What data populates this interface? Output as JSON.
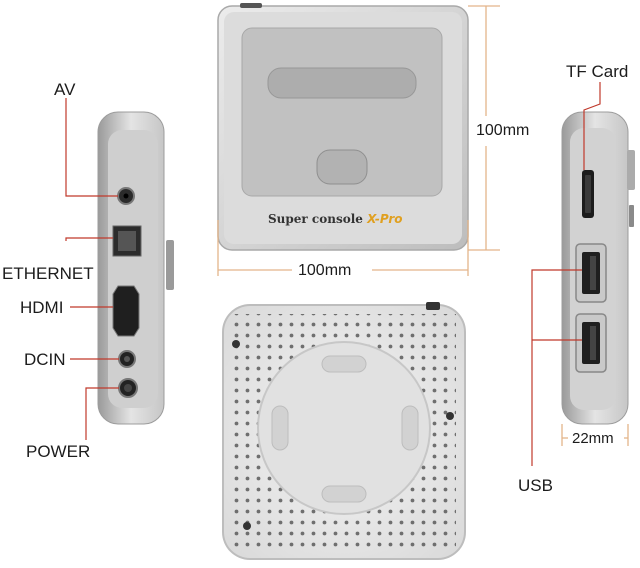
{
  "brand": {
    "console_name": "Super console ",
    "model_mark": "X-Pro",
    "accent_color": "#e0a020"
  },
  "port_labels": {
    "av": "AV",
    "ethernet": "ETHERNET",
    "hdmi": "HDMI",
    "dcin": "DCIN",
    "power": "POWER",
    "tf_card": "TF Card",
    "usb": "USB"
  },
  "dimensions": {
    "height": "100mm",
    "width": "100mm",
    "depth": "22mm"
  },
  "colors": {
    "shell": "#d8d8d8",
    "top_panel": "#c3c3c3",
    "pointer_line": "#c0392b",
    "dimension_line": "#e3b58a"
  }
}
